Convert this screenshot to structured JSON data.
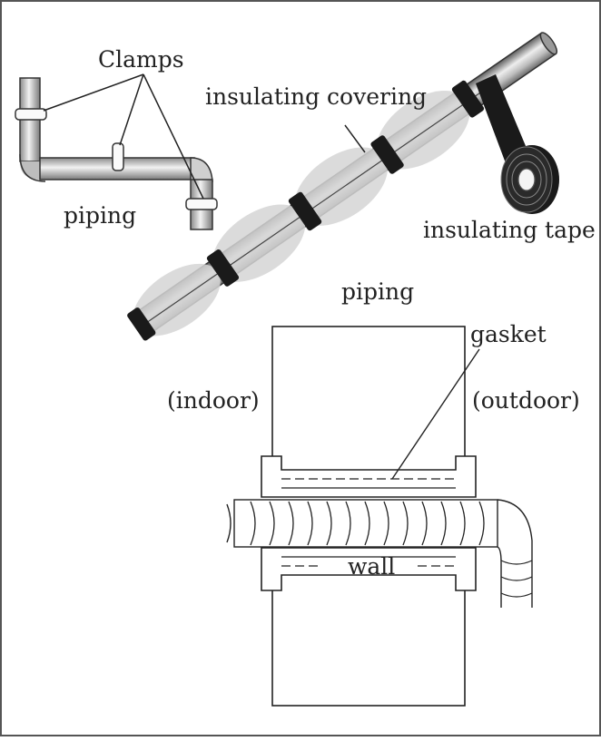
{
  "labels": {
    "clamps": "Clamps",
    "piping_small": "piping",
    "insulating_covering": "insulating covering",
    "insulating_tape": "insulating tape",
    "piping_main": "piping",
    "gasket": "gasket",
    "indoor": "(indoor)",
    "outdoor": "(outdoor)",
    "wall": "wall"
  },
  "colors": {
    "frame": "#555555",
    "pipe_dark": "#6e6e6e",
    "pipe_light": "#e6e6e6",
    "covering": "#d4d4d4",
    "tape": "#1a1a1a",
    "line": "#222222"
  }
}
